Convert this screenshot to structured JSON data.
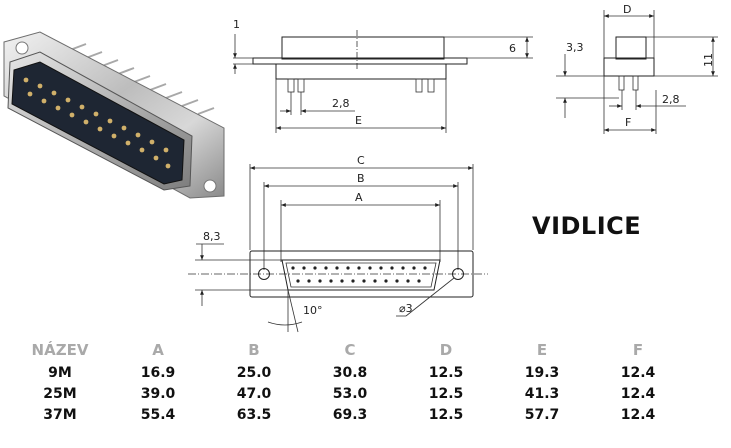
{
  "title": "VIDLICE",
  "dimensions": {
    "top_offset": "1",
    "height_6": "6",
    "pitch_2_8": "2,8",
    "e_label": "E",
    "d_label": "D",
    "dim_3_3": "3,3",
    "height_11": "11",
    "side_pitch": "2,8",
    "f_label": "F",
    "c_label": "C",
    "b_label": "B",
    "a_label": "A",
    "dim_8_3": "8,3",
    "angle": "10°",
    "hole": "⌀3"
  },
  "table": {
    "headers": [
      "NÁZEV",
      "A",
      "B",
      "C",
      "D",
      "E",
      "F"
    ],
    "rows": [
      [
        "9M",
        "16.9",
        "25.0",
        "30.8",
        "12.5",
        "19.3",
        "12.4"
      ],
      [
        "25M",
        "39.0",
        "47.0",
        "53.0",
        "12.5",
        "41.3",
        "12.4"
      ],
      [
        "37M",
        "55.4",
        "63.5",
        "69.3",
        "12.5",
        "57.7",
        "12.4"
      ]
    ]
  },
  "colors": {
    "header_text": "#a9a9a9",
    "body_text": "#111111"
  }
}
